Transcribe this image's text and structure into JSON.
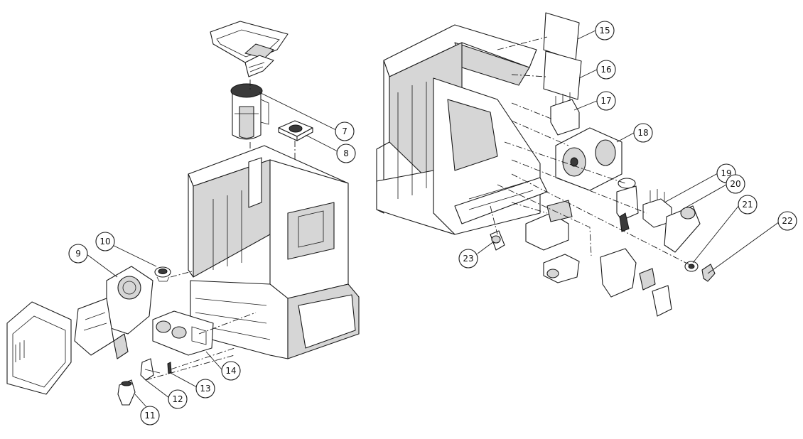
{
  "callouts": [
    {
      "id": "c7",
      "label": "7"
    },
    {
      "id": "c8",
      "label": "8"
    },
    {
      "id": "c9",
      "label": "9"
    },
    {
      "id": "c10",
      "label": "10"
    },
    {
      "id": "c11",
      "label": "11"
    },
    {
      "id": "c12",
      "label": "12"
    },
    {
      "id": "c13",
      "label": "13"
    },
    {
      "id": "c14",
      "label": "14"
    },
    {
      "id": "c15",
      "label": "15"
    },
    {
      "id": "c16",
      "label": "16"
    },
    {
      "id": "c17",
      "label": "17"
    },
    {
      "id": "c18",
      "label": "18"
    },
    {
      "id": "c19",
      "label": "19"
    },
    {
      "id": "c20",
      "label": "20"
    },
    {
      "id": "c21",
      "label": "21"
    },
    {
      "id": "c22",
      "label": "22"
    },
    {
      "id": "c23",
      "label": "23"
    }
  ]
}
